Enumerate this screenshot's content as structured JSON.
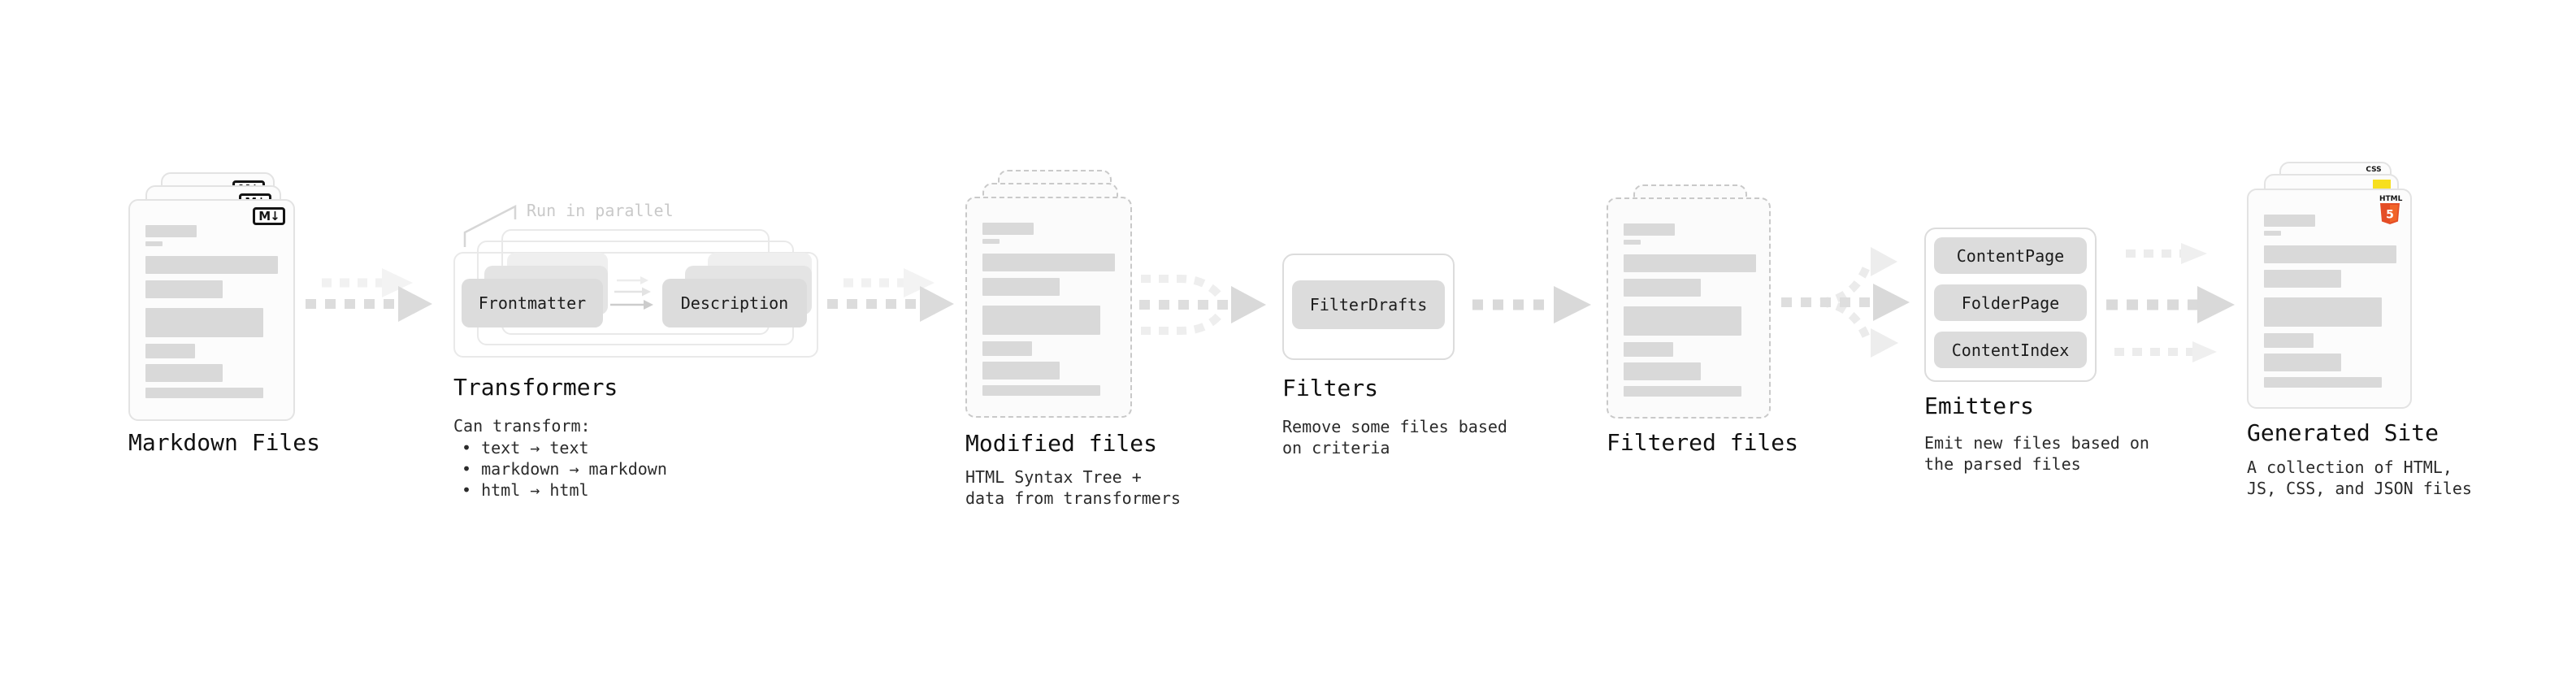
{
  "stages": {
    "markdown_files": {
      "title": "Markdown Files"
    },
    "transformers": {
      "title": "Transformers",
      "annotation": "Run in parallel",
      "nodes": [
        "Frontmatter",
        "Description"
      ],
      "description_heading": "Can transform:",
      "bullets": [
        "• text → text",
        "• markdown → markdown",
        "• html → html"
      ]
    },
    "modified_files": {
      "title": "Modified files",
      "subtitle": [
        "HTML Syntax Tree +",
        "data from transformers"
      ]
    },
    "filters": {
      "title": "Filters",
      "nodes": [
        "FilterDrafts"
      ],
      "subtitle": [
        "Remove some files based",
        "on criteria"
      ]
    },
    "filtered_files": {
      "title": "Filtered files"
    },
    "emitters": {
      "title": "Emitters",
      "nodes": [
        "ContentPage",
        "FolderPage",
        "ContentIndex"
      ],
      "subtitle": [
        "Emit new files based on",
        "the parsed files"
      ]
    },
    "generated_site": {
      "title": "Generated Site",
      "subtitle": [
        "A collection of HTML,",
        "JS, CSS, and JSON files"
      ]
    }
  },
  "icons": {
    "markdown_badge": "M↓",
    "html5_text": "HTML",
    "html5_number": "5",
    "css_text": "CSS"
  },
  "colors": {
    "arrow_gray": "#d9d9d9",
    "arrow_ghost": "#efefef",
    "bar_gray": "#d9d9d9",
    "pill_gray": "#dcdcdc",
    "html5_orange": "#e44d26",
    "js_yellow": "#f7df1e",
    "css_blue": "#2965f1"
  }
}
